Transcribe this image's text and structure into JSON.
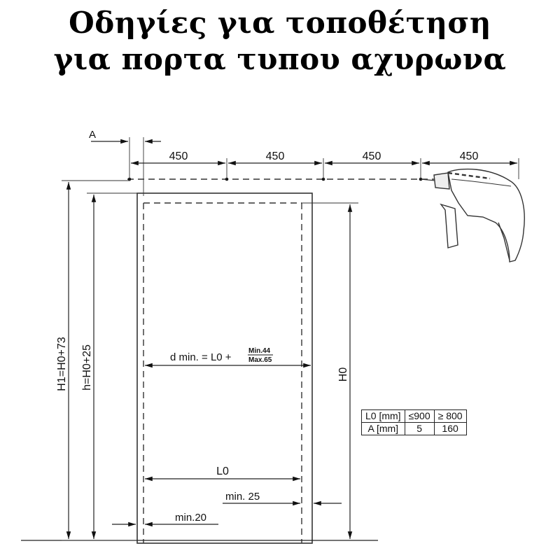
{
  "title": {
    "line1": "Οδηγίες για τοποθέτηση",
    "line2": "για πορτα τυπου αχυρωνα"
  },
  "dimensions": {
    "a_label": "A",
    "spacing": [
      "450",
      "450",
      "450",
      "450"
    ],
    "h1_label": "H1=H0+73",
    "h_label": "h=H0+25",
    "h0_label": "H0",
    "d_min_prefix": "d min. = L0 +",
    "d_min_top": "Min.44",
    "d_min_bottom": "Max.65",
    "l0_label": "L0",
    "min25_label": "min. 25",
    "min20_label": "min.20"
  },
  "spec_table": {
    "rows": [
      [
        "L0 [mm]",
        "≤900",
        "≥ 800"
      ],
      [
        "A [mm]",
        "5",
        "160"
      ]
    ]
  },
  "icons": [
    "drill-icon"
  ]
}
